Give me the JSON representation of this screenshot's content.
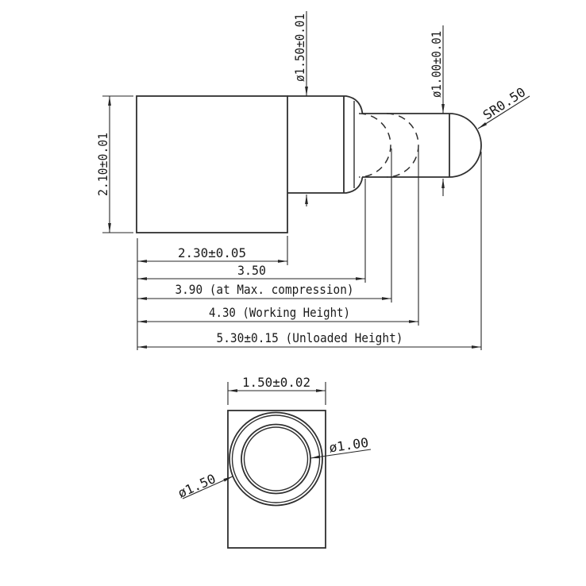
{
  "drawing": {
    "side_view": {
      "labels": {
        "flange_diameter": "ø1.50±0.01",
        "plunger_diameter": "ø1.00±0.01",
        "tip_radius": "SR0.50",
        "body_height": "2.10±0.01",
        "body_length": "2.30±0.05",
        "exposed_length": "3.50",
        "max_compression": "3.90 (at Max. compression)",
        "working_height": "4.30 (Working Height)",
        "unloaded_height": "5.30±0.15 (Unloaded Height)"
      }
    },
    "bottom_view": {
      "labels": {
        "body_width": "1.50±0.02",
        "outer_diameter": "ø1.50",
        "inner_diameter": "ø1.00"
      }
    },
    "colors": {
      "line": "#2f2f2f",
      "text": "#1a1a1a",
      "background": "#ffffff"
    }
  }
}
